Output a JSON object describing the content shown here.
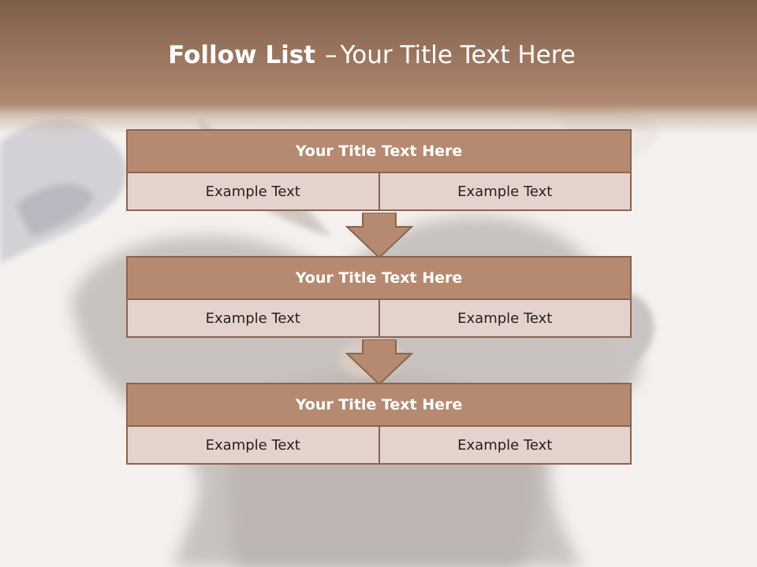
{
  "slide": {
    "title_bold": "Follow List",
    "title_dash": "–",
    "title_rest": "Your Title Text Here"
  },
  "blocks": [
    {
      "title": "Your Title Text Here",
      "left": "Example Text",
      "right": "Example Text"
    },
    {
      "title": "Your Title Text Here",
      "left": "Example Text",
      "right": "Example Text"
    },
    {
      "title": "Your Title Text Here",
      "left": "Example Text",
      "right": "Example Text"
    }
  ],
  "colors": {
    "header": "#93705a",
    "block_title": "#b58a70",
    "cell": "#e4d3cd",
    "border": "#8a6450"
  }
}
